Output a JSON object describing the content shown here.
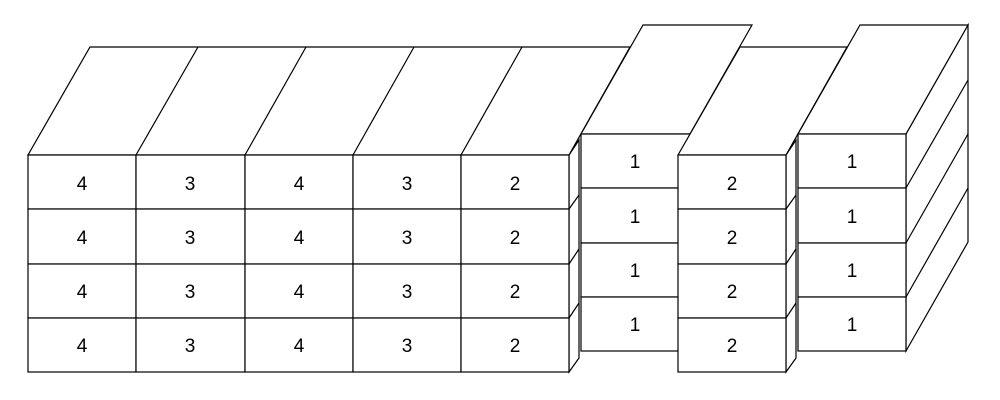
{
  "diagram": {
    "main_block": {
      "columns": [
        {
          "label": [
            "4",
            "4",
            "4",
            "4"
          ]
        },
        {
          "label": [
            "3",
            "3",
            "3",
            "3"
          ]
        },
        {
          "label": [
            "4",
            "4",
            "4",
            "4"
          ]
        },
        {
          "label": [
            "3",
            "3",
            "3",
            "3"
          ]
        },
        {
          "label": [
            "2",
            "2",
            "2",
            "2"
          ]
        }
      ]
    },
    "column_a": {
      "labels": [
        "1",
        "1",
        "1",
        "1"
      ]
    },
    "column_b": {
      "labels": [
        "2",
        "2",
        "2",
        "2"
      ]
    },
    "column_c": {
      "labels": [
        "1",
        "1",
        "1",
        "1"
      ]
    },
    "colors": {
      "line": "#000000",
      "fill": "#ffffff"
    }
  }
}
